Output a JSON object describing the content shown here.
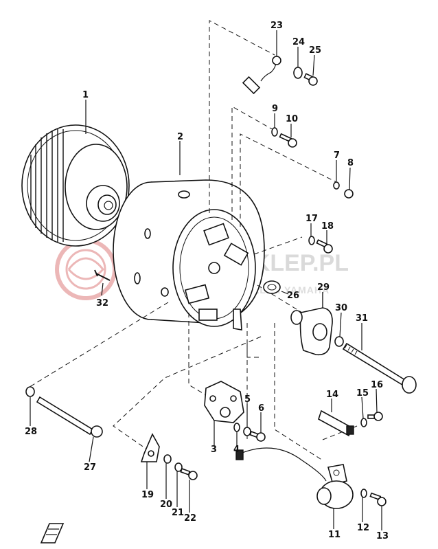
{
  "watermark": {
    "main": "YAMAHASKLEP.PL",
    "sub": "WOJCIECHOWSKI DEALER YAMAHA"
  },
  "labels": {
    "p1": "1",
    "p2": "2",
    "p3": "3",
    "p4": "4",
    "p5": "5",
    "p6": "6",
    "p7": "7",
    "p8": "8",
    "p9": "9",
    "p10": "10",
    "p11": "11",
    "p12": "12",
    "p13": "13",
    "p14": "14",
    "p15": "15",
    "p16": "16",
    "p17": "17",
    "p18": "18",
    "p19": "19",
    "p20": "20",
    "p21": "21",
    "p22": "22",
    "p23": "23",
    "p24": "24",
    "p25": "25",
    "p26": "26",
    "p27": "27",
    "p28": "28",
    "p29": "29",
    "p30": "30",
    "p31": "31",
    "p32": "32"
  },
  "colors": {
    "watermark_red": "#e8a3a3",
    "ink": "#111111"
  }
}
